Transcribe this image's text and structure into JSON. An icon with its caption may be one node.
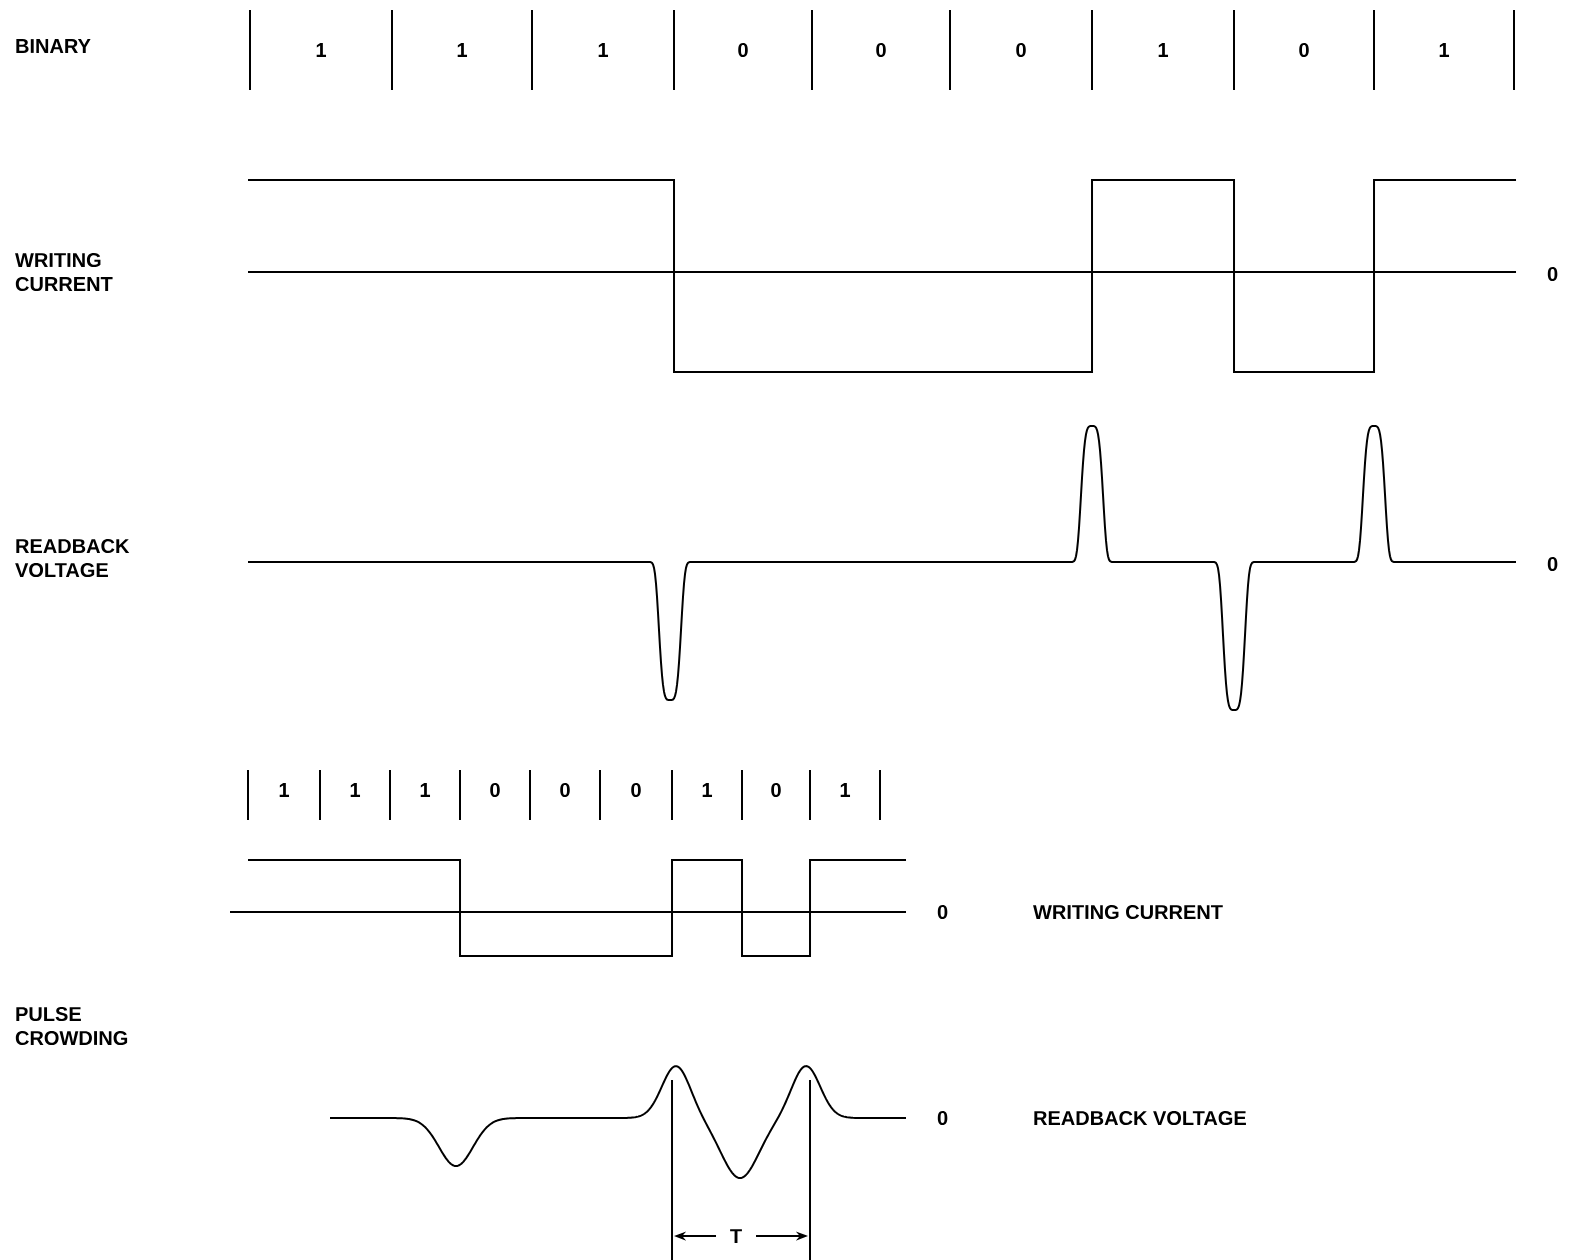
{
  "diagram": {
    "labels": [
      "BINARY",
      "1",
      "1",
      "1",
      "0",
      "0",
      "0",
      "1",
      "0",
      "1",
      "WRITING CURRENT",
      "0",
      "READBACK VOLTAGE",
      "0",
      "1",
      "1",
      "1",
      "0",
      "0",
      "0",
      "1",
      "0",
      "1",
      "0",
      "WRITING CURRENT",
      "PULSE CROWDING",
      "0",
      "READBACK VOLTAGE",
      "T"
    ]
  }
}
